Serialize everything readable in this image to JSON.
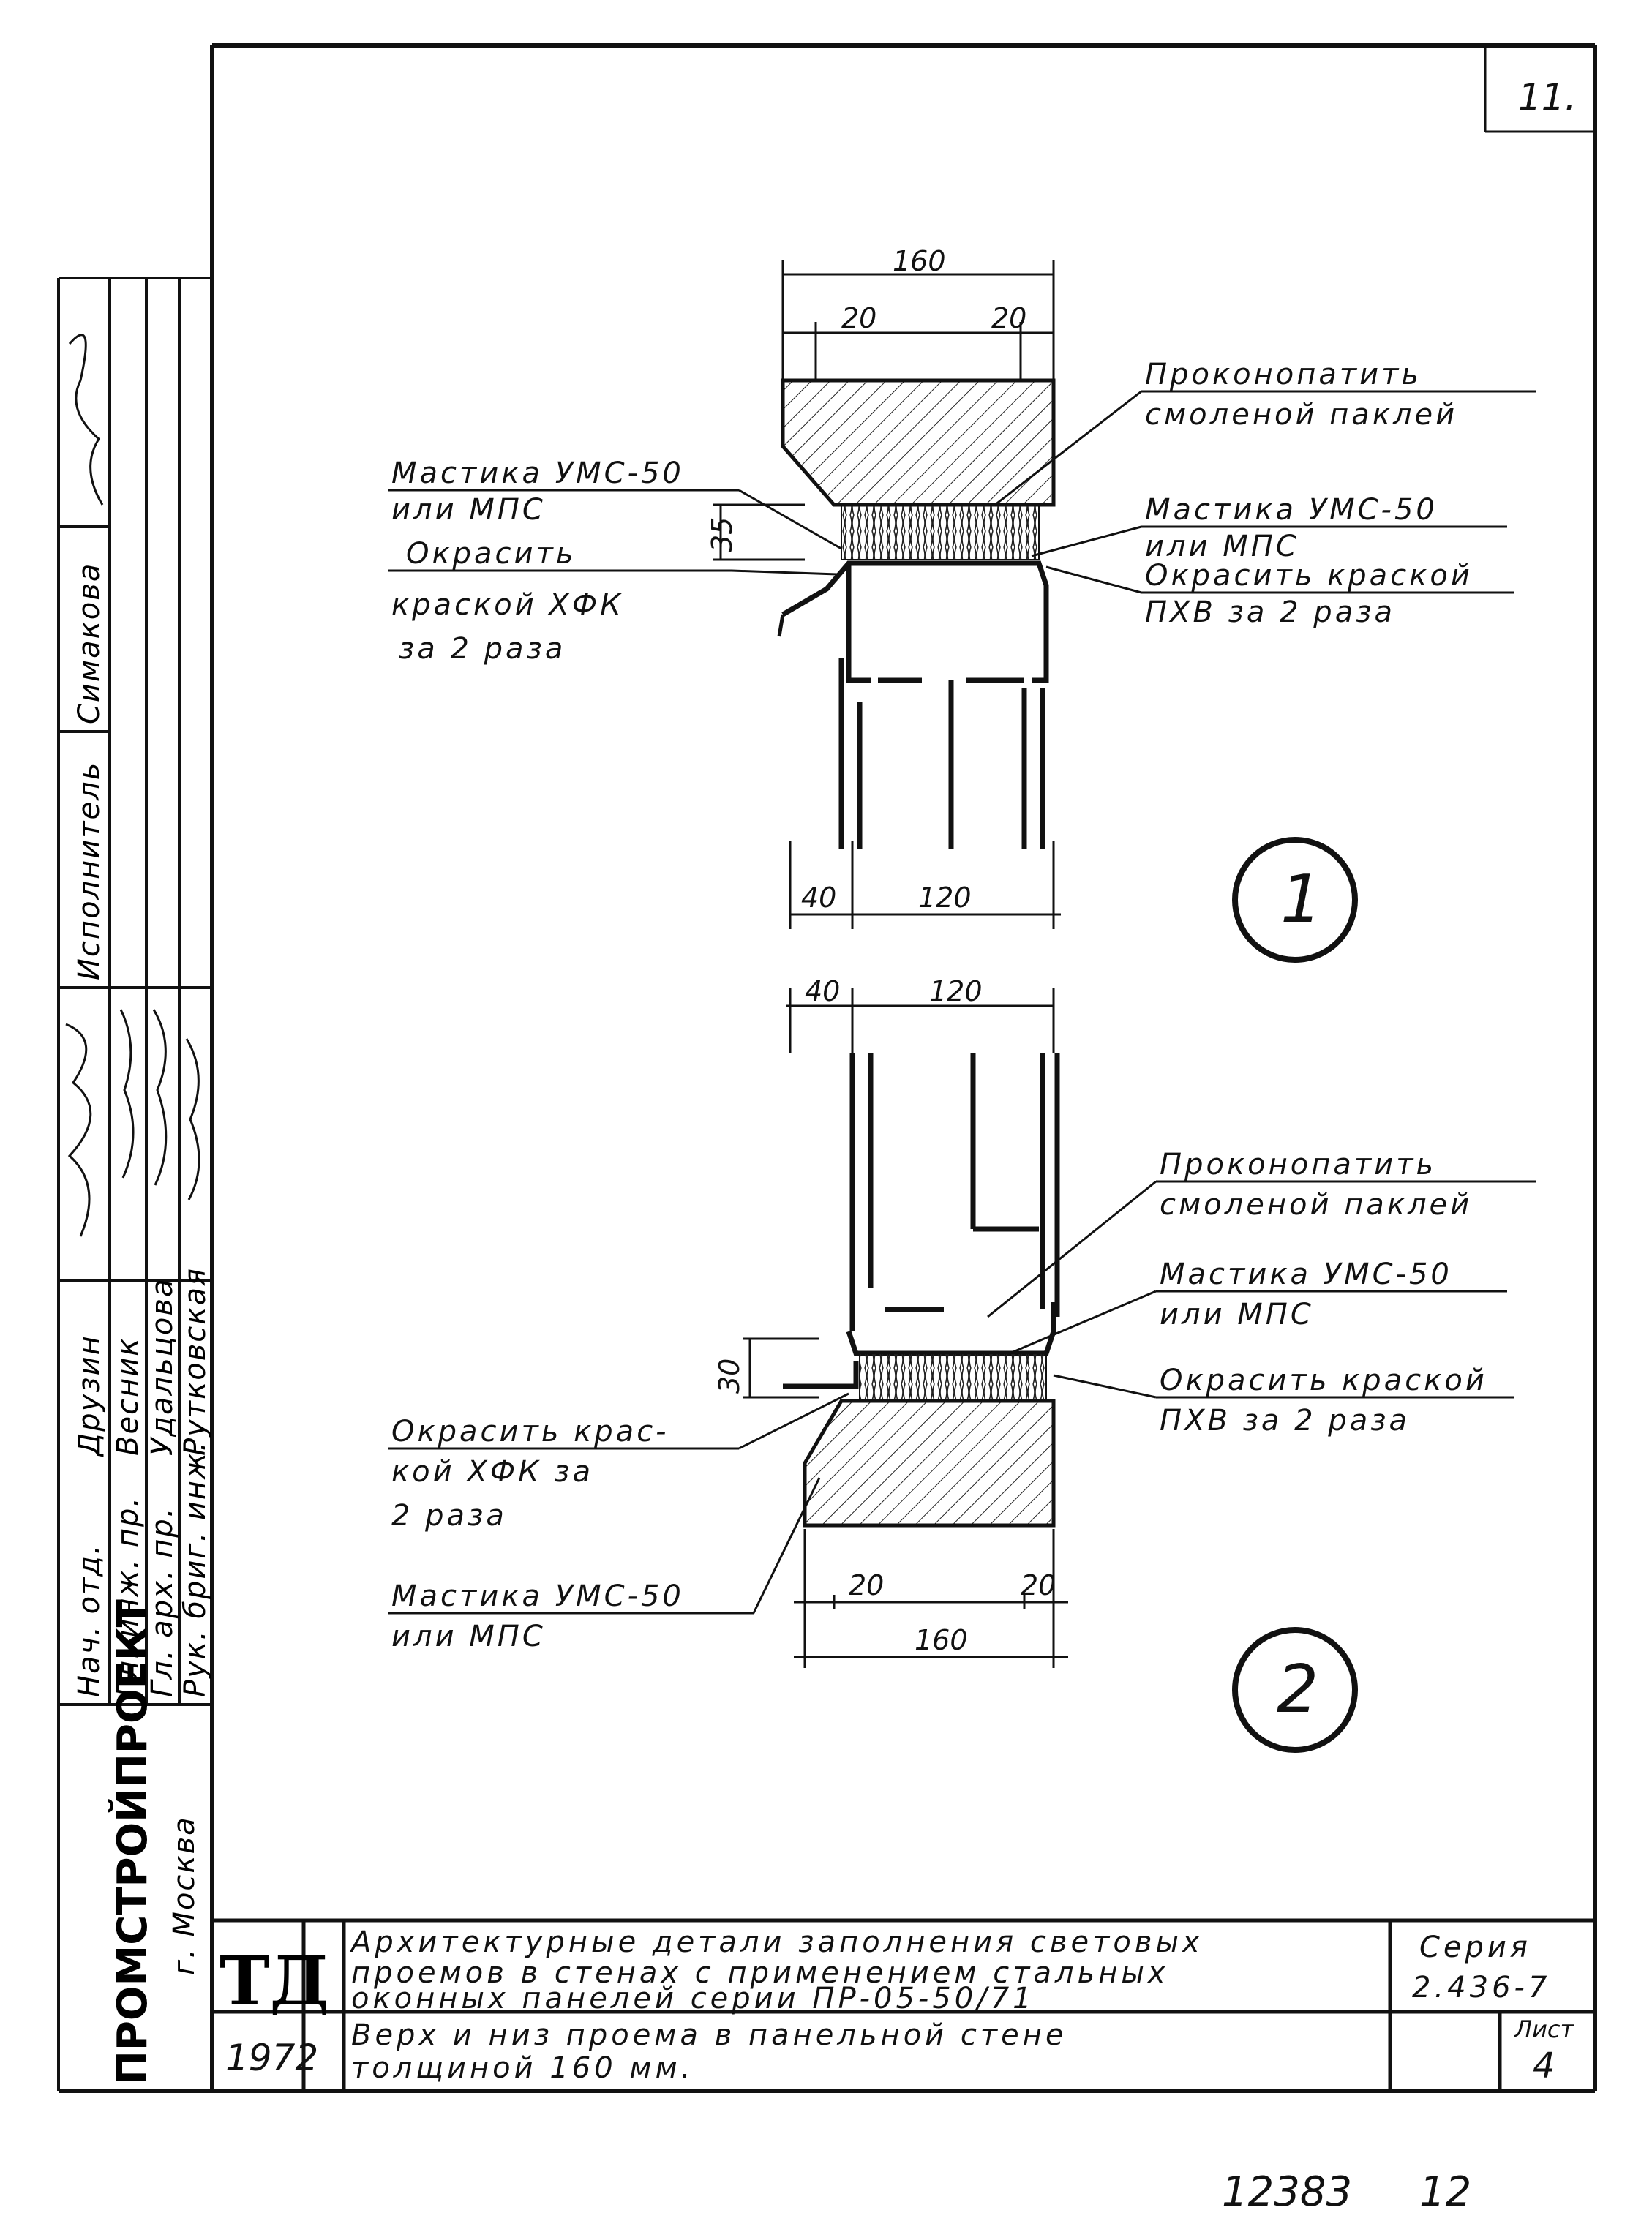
{
  "sheet_corner": "11.",
  "bottom_numbers": {
    "left": "12383",
    "right": "12"
  },
  "organization": {
    "name": "ПРОМСТРОЙПРОЕКТ",
    "city": "г. Москва"
  },
  "executor_label": "Исполнитель",
  "executor_name": "Симакова",
  "signoff": {
    "roles": [
      "Нач. отд.",
      "Гл. инж. пр.",
      "Гл. арх. пр.",
      "Рук. бриг. инж."
    ],
    "names": [
      "Друзин",
      "Весник",
      "Удальцова",
      "Рутковская"
    ]
  },
  "detail1": {
    "number": "1",
    "dims": {
      "total": "160",
      "left_face": "20",
      "right_face": "20",
      "gap": "35",
      "frame": "40",
      "glass": "120"
    },
    "callouts": {
      "caulk": [
        "Проконопатить",
        "смоленой паклей"
      ],
      "mastic_right": [
        "Мастика УМС-50",
        "или МПС"
      ],
      "paint_right": [
        "Окрасить краской",
        "ПХВ за 2 раза"
      ],
      "mastic_left": [
        "Мастика УМС-50",
        "или МПС"
      ],
      "paint_left": [
        "Окрасить",
        "краской ХФК",
        "за 2 раза"
      ]
    }
  },
  "detail2": {
    "number": "2",
    "dims": {
      "frame": "40",
      "glass": "120",
      "gap": "30",
      "left_face": "20",
      "right_face": "20",
      "total": "160"
    },
    "callouts": {
      "caulk": [
        "Проконопатить",
        "смоленой паклей"
      ],
      "mastic_right": [
        "Мастика УМС-50",
        "или МПС"
      ],
      "paint_right": [
        "Окрасить краской",
        "ПХВ за 2 раза"
      ],
      "paint_left": [
        "Окрасить крас-",
        "кой ХФК за",
        "2 раза"
      ],
      "mastic_left": [
        "Мастика УМС-50",
        "или МПС"
      ]
    }
  },
  "title_block": {
    "mark": "ТД",
    "title_lines": [
      "Архитектурные детали заполнения световых",
      "проемов в стенах с применением стальных",
      "оконных панелей серии ПР-05-50/71"
    ],
    "series_label": "Серия",
    "series_value": "2.436-7",
    "year": "1972",
    "subtitle_lines": [
      "Верх и низ проема в панельной стене",
      "толщиной 160 мм."
    ],
    "sheet_label": "Лист",
    "sheet_value": "4"
  },
  "colors": {
    "ink": "#111111",
    "paper": "#ffffff"
  }
}
